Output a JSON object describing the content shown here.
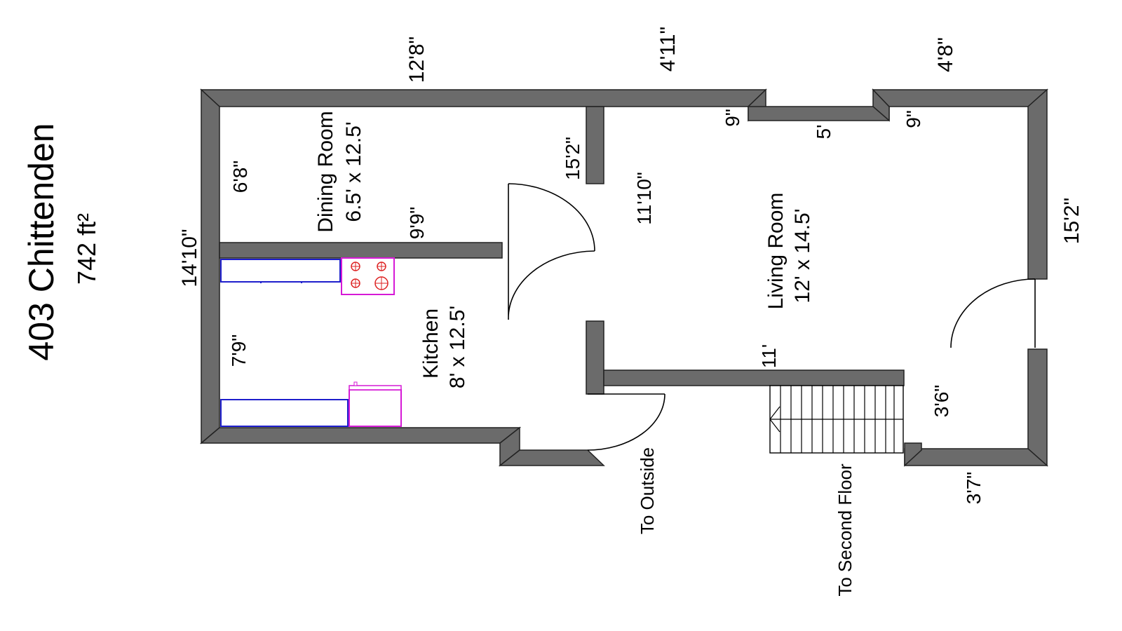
{
  "title": "403 Chittenden",
  "area": "742 ft²",
  "rooms": {
    "dining": {
      "name": "Dining Room",
      "size": "6.5' x 12.5'"
    },
    "kitchen": {
      "name": "Kitchen",
      "size": "8' x 12.5'"
    },
    "living": {
      "name": "Living Room",
      "size": "12' x 14.5'"
    }
  },
  "dimensions": {
    "top_left": "12'8\"",
    "top_mid": "4'11\"",
    "top_right": "4'8\"",
    "left": "14'10\"",
    "right": "15'2\"",
    "bump_left": "9\"",
    "bump_mid": "5'",
    "bump_right": "9\"",
    "dining_wall": "6'8\"",
    "kitchen_wall": "7'9\"",
    "counter": "9'9\"",
    "partition": "15'2\"",
    "living_width": "11'10\"",
    "living_bottom": "11'",
    "stair_width": "3'6\"",
    "bottom_right": "3'7\""
  },
  "labels": {
    "outside": "To Outside",
    "second_floor": "To Second Floor"
  },
  "colors": {
    "wall": "#6b6b6b",
    "cabinet": "#1e1ecc",
    "appliance": "#d61ad6",
    "stove_burner": "#dd2222"
  }
}
